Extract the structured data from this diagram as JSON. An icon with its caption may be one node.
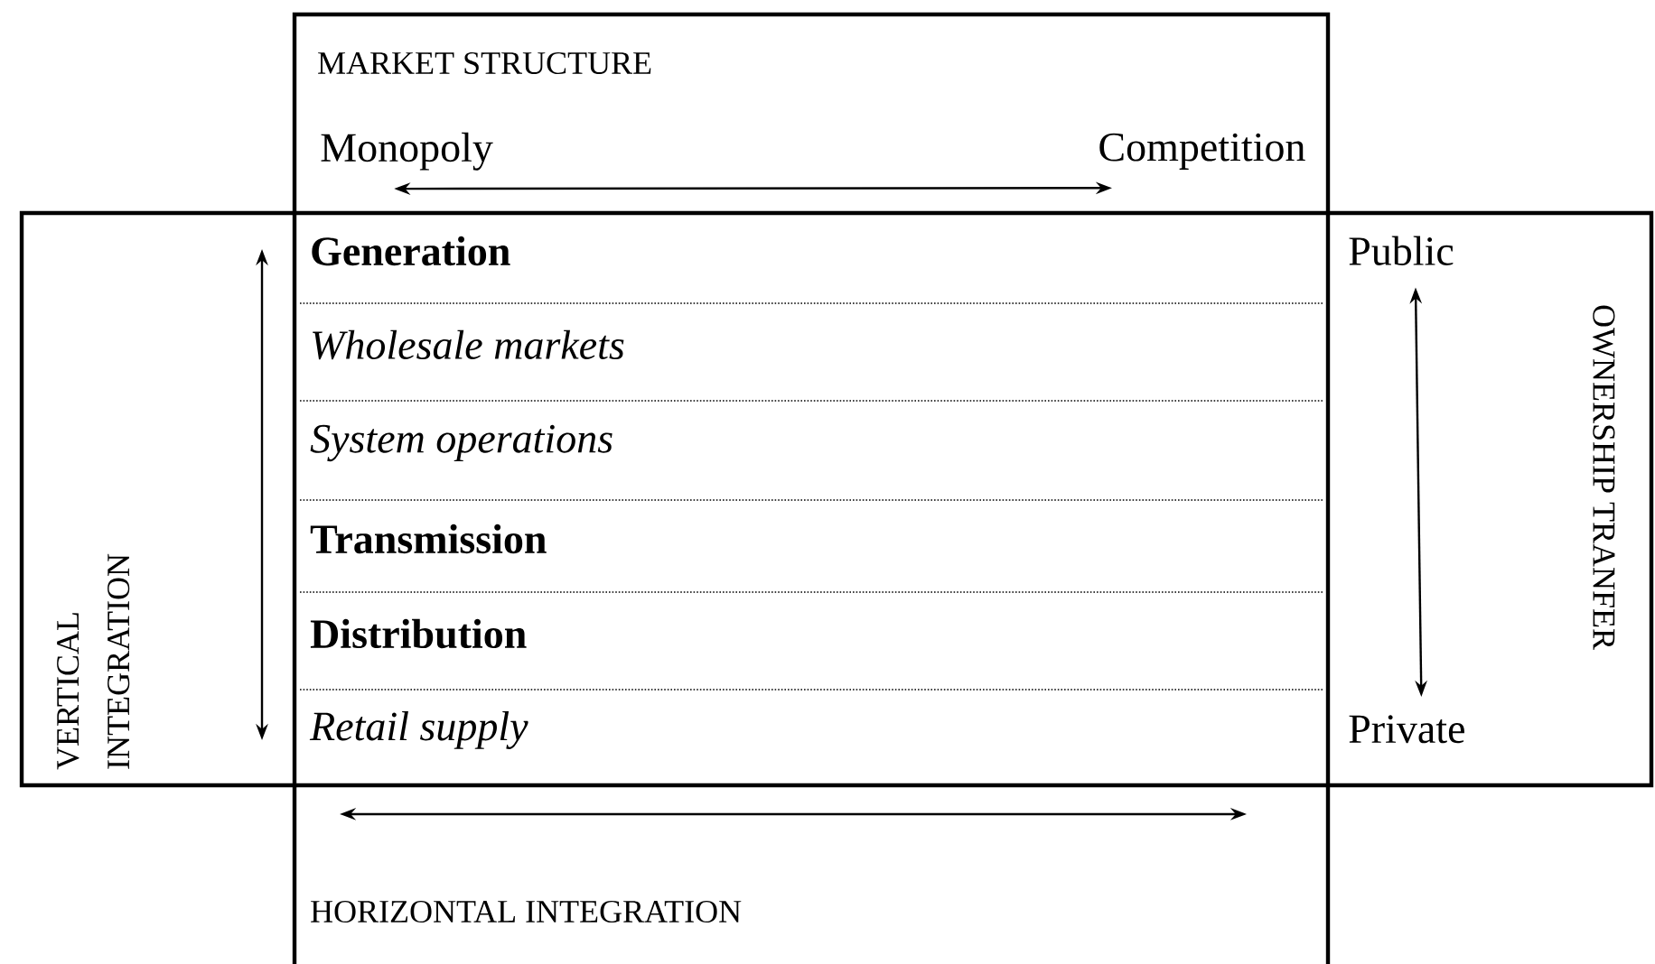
{
  "diagram": {
    "nodes": [
      {
        "text": [
          "MARKET STRUCTURE"
        ]
      },
      {
        "text": [
          "Monopoly"
        ],
        "in": 0
      },
      {
        "text": [
          "Competition"
        ],
        "in": 0
      },
      {
        "text": [
          "VERTICAL INTEGRATION"
        ]
      },
      {
        "text": [
          "Generation"
        ]
      },
      {
        "text": [
          "Wholesale markets"
        ]
      },
      {
        "text": [
          "System operations"
        ]
      },
      {
        "text": [
          "Transmission"
        ]
      },
      {
        "text": [
          "Distribution"
        ]
      },
      {
        "text": [
          "Retail supply"
        ]
      },
      {
        "text": [
          "OWNERSHIP TRANFER"
        ]
      },
      {
        "text": [
          "Public"
        ],
        "in": 10
      },
      {
        "text": [
          "Private"
        ],
        "in": 10
      },
      {
        "text": [
          "HORIZONTAL INTEGRATION"
        ]
      }
    ],
    "edges": [
      {
        "from": 1,
        "to": 2,
        "arrow": "both"
      },
      {
        "from": 11,
        "to": 12,
        "arrow": "both"
      }
    ]
  }
}
